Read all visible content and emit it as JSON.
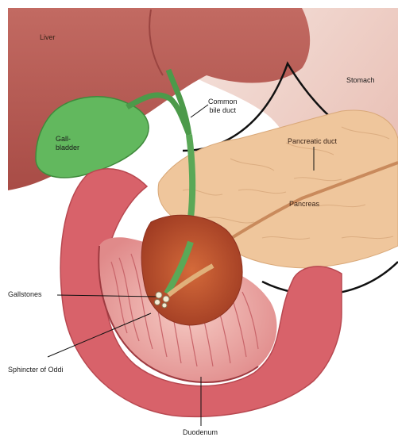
{
  "labels": {
    "liver": "Liver",
    "stomach": "Stomach",
    "common_bile_duct_line1": "Common",
    "common_bile_duct_line2": "bile duct",
    "gallbladder_line1": "Gall-",
    "gallbladder_line2": "bladder",
    "pancreatic_duct": "Pancreatic duct",
    "pancreas": "Pancreas",
    "gallstones": "Gallstones",
    "sphincter_of_oddi": "Sphincter of Oddi",
    "duodenum": "Duodenum"
  },
  "colors": {
    "liver": "#b85a52",
    "liver_light": "#c97068",
    "gallbladder": "#5fb85a",
    "bile_duct": "#4c9a4a",
    "pancreas": "#eec39a",
    "stomach": "#f0d6cf",
    "duodenum_outer": "#d9666e",
    "duodenum_inner": "#f0b8b4",
    "papilla": "#b8482e"
  }
}
